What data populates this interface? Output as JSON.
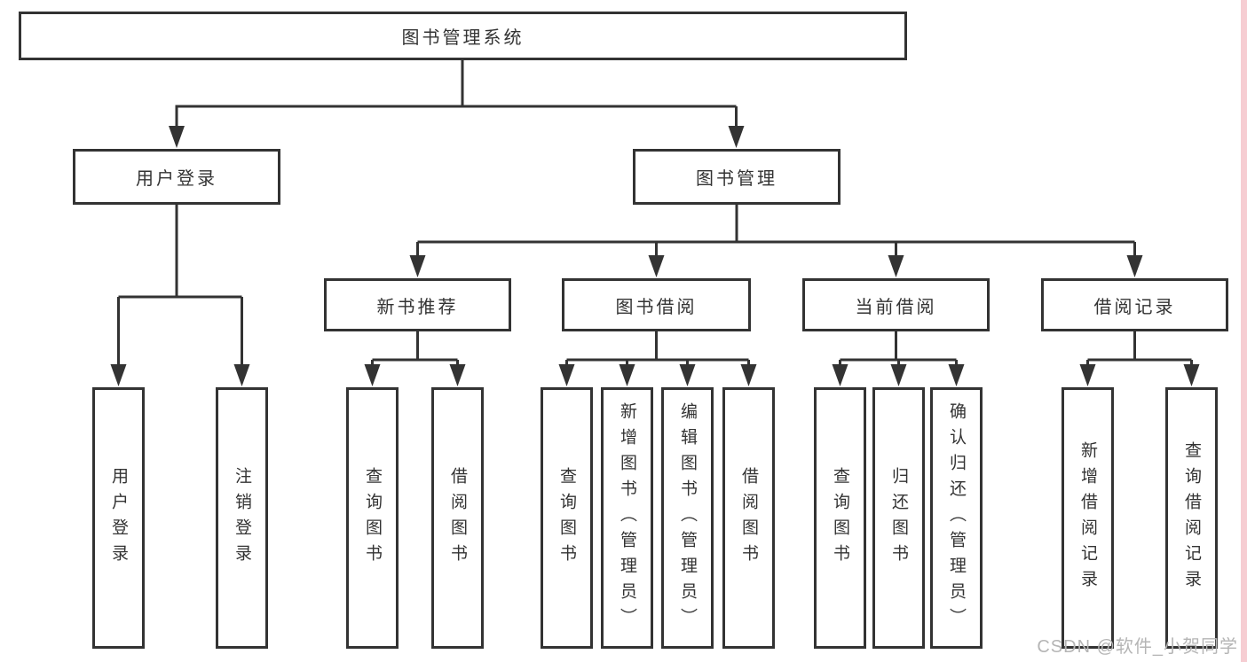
{
  "tree": {
    "root": {
      "label": "图书管理系统"
    },
    "branches": [
      {
        "label": "用户登录",
        "children": [
          {
            "label": "用户登录"
          },
          {
            "label": "注销登录"
          }
        ]
      },
      {
        "label": "图书管理",
        "children": [
          {
            "label": "新书推荐",
            "children": [
              {
                "label": "查询图书"
              },
              {
                "label": "借阅图书"
              }
            ]
          },
          {
            "label": "图书借阅",
            "children": [
              {
                "label": "查询图书"
              },
              {
                "label": "新增图书（管理员）"
              },
              {
                "label": "编辑图书（管理员）"
              },
              {
                "label": "借阅图书"
              }
            ]
          },
          {
            "label": "当前借阅",
            "children": [
              {
                "label": "查询图书"
              },
              {
                "label": "归还图书"
              },
              {
                "label": "确认归还（管理员）"
              }
            ]
          },
          {
            "label": "借阅记录",
            "children": [
              {
                "label": "新增借阅记录"
              },
              {
                "label": "查询借阅记录"
              }
            ]
          }
        ]
      }
    ]
  },
  "watermark": {
    "text": "CSDN @软件_小贺同学",
    "color": "#b5b5b5"
  },
  "colors": {
    "line": "#333333",
    "text": "#333333",
    "background": "#ffffff",
    "edge_strip": "#f6cdd2"
  }
}
